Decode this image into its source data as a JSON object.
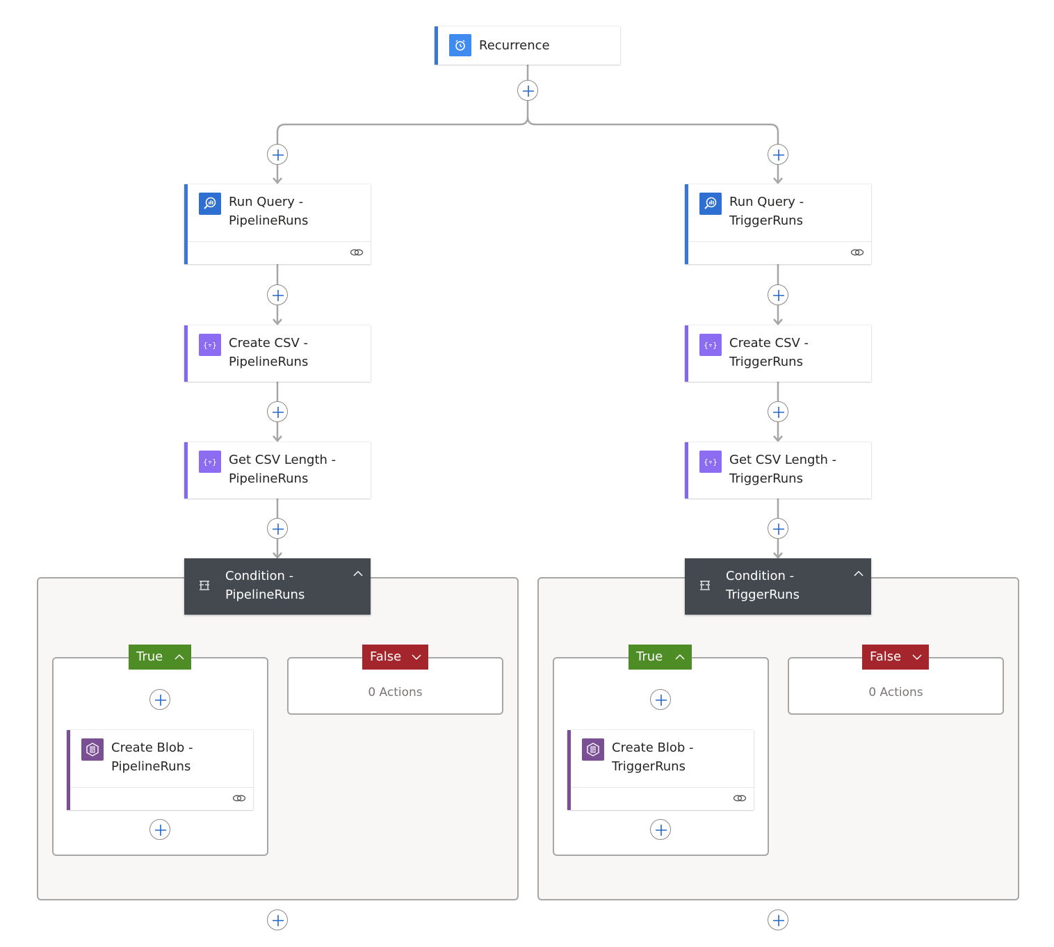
{
  "colors": {
    "connector": "#a6a6a6",
    "run_query_accent": "#3a77d2",
    "data_op_accent": "#8467ed",
    "blob_accent": "#7a4f94",
    "condition_header": "#444950",
    "true_branch": "#4e8c26",
    "false_branch": "#a4262c",
    "plus_icon": "#2266c8"
  },
  "trigger": {
    "label": "Recurrence",
    "icon": "alarm-clock-icon"
  },
  "left": {
    "run_query": {
      "label": "Run Query -\nPipelineRuns",
      "icon": "log-analytics-icon"
    },
    "create_csv": {
      "label": "Create CSV -\nPipelineRuns",
      "icon": "data-operations-icon"
    },
    "get_length": {
      "label": "Get CSV Length -\nPipelineRuns",
      "icon": "data-operations-icon"
    },
    "condition": {
      "label": "Condition -\nPipelineRuns",
      "icon": "condition-icon",
      "true_label": "True",
      "false_label": "False",
      "false_actions": "0 Actions",
      "create_blob": {
        "label": "Create Blob -\nPipelineRuns",
        "icon": "blob-storage-icon"
      }
    }
  },
  "right": {
    "run_query": {
      "label": "Run Query -\nTriggerRuns",
      "icon": "log-analytics-icon"
    },
    "create_csv": {
      "label": "Create CSV -\nTriggerRuns",
      "icon": "data-operations-icon"
    },
    "get_length": {
      "label": "Get CSV Length -\nTriggerRuns",
      "icon": "data-operations-icon"
    },
    "condition": {
      "label": "Condition -\nTriggerRuns",
      "icon": "condition-icon",
      "true_label": "True",
      "false_label": "False",
      "false_actions": "0 Actions",
      "create_blob": {
        "label": "Create Blob -\nTriggerRuns",
        "icon": "blob-storage-icon"
      }
    }
  }
}
